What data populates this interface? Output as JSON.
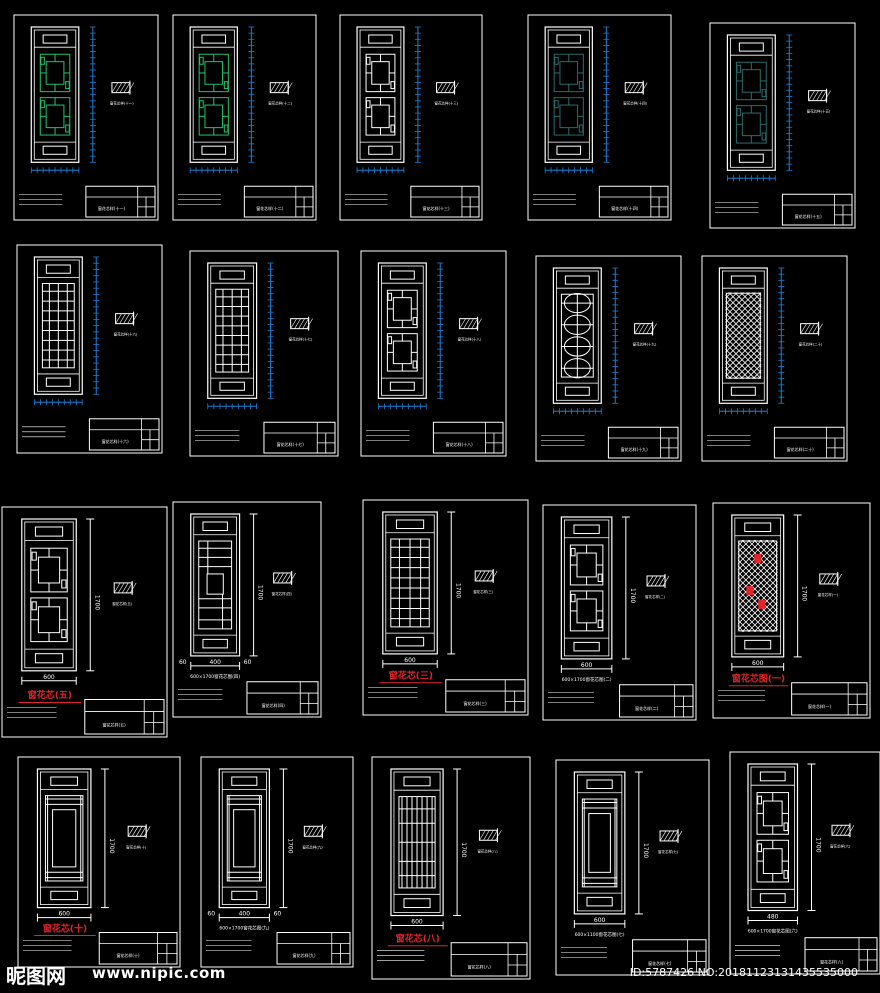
{
  "watermark": {
    "logo": "昵图网",
    "url": "www.nipic.com",
    "id_text": "ID:5787426 NO:20181123131435535000"
  },
  "colors": {
    "background": "#000000",
    "line": "#ffffff",
    "dimension": "#1e7fd6",
    "highlight_green": "#22c46a",
    "dark_teal": "#2c6b6b",
    "highlight_red": "#e0262b"
  },
  "sheets": [
    {
      "pattern": "lattice",
      "fill": "green",
      "dim": "blue",
      "tag": "窗花芯样(十一)"
    },
    {
      "pattern": "lattice",
      "fill": "green",
      "dim": "blue",
      "tag": "窗花芯样(十二)"
    },
    {
      "pattern": "lattice",
      "fill": "white",
      "dim": "blue",
      "tag": "窗花芯样(十三)"
    },
    {
      "pattern": "lattice",
      "fill": "teal",
      "dim": "blue",
      "tag": "窗花芯样(十四)"
    },
    {
      "pattern": "lattice",
      "fill": "teal",
      "dim": "blue",
      "tag": "窗花芯样(十五)"
    },
    {
      "pattern": "grid",
      "fill": "white",
      "dim": "blue",
      "tag": "窗花芯样(十六)"
    },
    {
      "pattern": "grid",
      "fill": "white",
      "dim": "blue",
      "tag": "窗花芯样(十七)"
    },
    {
      "pattern": "lattice",
      "fill": "white",
      "dim": "blue",
      "tag": "窗花芯样(十八)"
    },
    {
      "pattern": "curve",
      "fill": "white",
      "dim": "blue",
      "tag": "窗花芯样(十九)"
    },
    {
      "pattern": "dense",
      "fill": "white",
      "dim": "blue",
      "tag": "窗花芯样(二十)"
    },
    {
      "pattern": "lattice",
      "fill": "white",
      "dim": "white",
      "tag": "窗花芯样(五)",
      "red": "窗花芯(五)",
      "height": "1700",
      "width": "600"
    },
    {
      "pattern": "square",
      "fill": "white",
      "dim": "white",
      "tag": "窗花芯样(四)",
      "caption": "600×1700窗花芯图(四)",
      "height": "1700",
      "width": "400",
      "side": "60"
    },
    {
      "pattern": "grid",
      "fill": "white",
      "dim": "white",
      "tag": "窗花芯样(三)",
      "red": "窗花芯(三)",
      "height": "1700",
      "width": "600"
    },
    {
      "pattern": "lattice",
      "fill": "white",
      "dim": "white",
      "tag": "窗花芯样(二)",
      "caption": "600×1700窗花芯图(二)",
      "height": "1700",
      "width": "600"
    },
    {
      "pattern": "dense",
      "fill": "red",
      "dim": "white",
      "tag": "窗花芯样(一)",
      "red": "窗花芯图(一)",
      "height": "1700",
      "width": "600"
    },
    {
      "pattern": "frame",
      "fill": "white",
      "dim": "white",
      "tag": "窗花芯样(十)",
      "red": "窗花芯(十)",
      "height": "1700",
      "width": "600"
    },
    {
      "pattern": "frame",
      "fill": "white",
      "dim": "white",
      "tag": "窗花芯样(九)",
      "caption": "600×1700窗花芯图(九)",
      "height": "1700",
      "width": "400",
      "side": "60"
    },
    {
      "pattern": "vertical",
      "fill": "white",
      "dim": "white",
      "tag": "窗花芯样(八)",
      "red": "窗花芯(八)",
      "height": "1700",
      "width": "600"
    },
    {
      "pattern": "frame",
      "fill": "white",
      "dim": "white",
      "tag": "窗花芯样(七)",
      "caption": "600×1100窗花芯图(七)",
      "height": "1700",
      "width": "600"
    },
    {
      "pattern": "lattice",
      "fill": "white",
      "dim": "white",
      "tag": "窗花芯样(六)",
      "caption": "600×1700窗花芯图(六)",
      "height": "1700",
      "width": "480"
    }
  ]
}
